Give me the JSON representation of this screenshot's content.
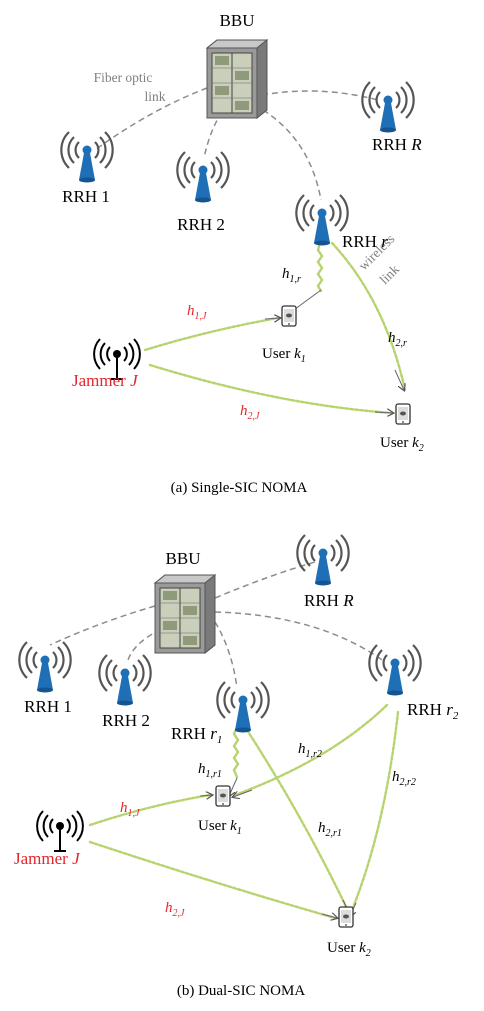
{
  "colors": {
    "fiber_link": "#8c8c8c",
    "wireless_link": "#b7d36e",
    "jammer_text": "#e3262b",
    "rrh_tower": "#1e6fb6",
    "bbu": "#8a8a8a"
  },
  "panel_a": {
    "caption": "(a) Single-SIC NOMA",
    "bbu_label": "BBU",
    "fiber_label_line1": "Fiber optic",
    "fiber_label_line2": "link",
    "wireless_label_line1": "wireless",
    "wireless_label_line2": "link",
    "rrh1": "RRH 1",
    "rrh2": "RRH 2",
    "rrhR_prefix": "RRH ",
    "rrhR_var": "R",
    "rrhr_prefix": "RRH ",
    "rrhr_var": "r",
    "user1_prefix": "User ",
    "user1_var": "k",
    "user1_sub": "1",
    "user2_prefix": "User ",
    "user2_var": "k",
    "user2_sub": "2",
    "jammer_prefix": "Jammer ",
    "jammer_var": "J",
    "h1r_main": "h",
    "h1r_sub": "1,r",
    "h2r_main": "h",
    "h2r_sub": "2,r",
    "h1J_main": "h",
    "h1J_sub": "1,J",
    "h2J_main": "h",
    "h2J_sub": "2,J"
  },
  "panel_b": {
    "caption": "(b) Dual-SIC NOMA",
    "bbu_label": "BBU",
    "rrh1": "RRH 1",
    "rrh2": "RRH 2",
    "rrhR_prefix": "RRH ",
    "rrhR_var": "R",
    "rrhr1_prefix": "RRH ",
    "rrhr1_var": "r",
    "rrhr1_sub": "1",
    "rrhr2_prefix": "RRH ",
    "rrhr2_var": "r",
    "rrhr2_sub": "2",
    "user1_prefix": "User ",
    "user1_var": "k",
    "user1_sub": "1",
    "user2_prefix": "User ",
    "user2_var": "k",
    "user2_sub": "2",
    "jammer_prefix": "Jammer ",
    "jammer_var": "J",
    "h1r1_main": "h",
    "h1r1_sub": "1,r1",
    "h1r2_main": "h",
    "h1r2_sub": "1,r2",
    "h2r1_main": "h",
    "h2r1_sub": "2,r1",
    "h2r2_main": "h",
    "h2r2_sub": "2,r2",
    "h1J_main": "h",
    "h1J_sub": "1,J",
    "h2J_main": "h",
    "h2J_sub": "2,J"
  }
}
